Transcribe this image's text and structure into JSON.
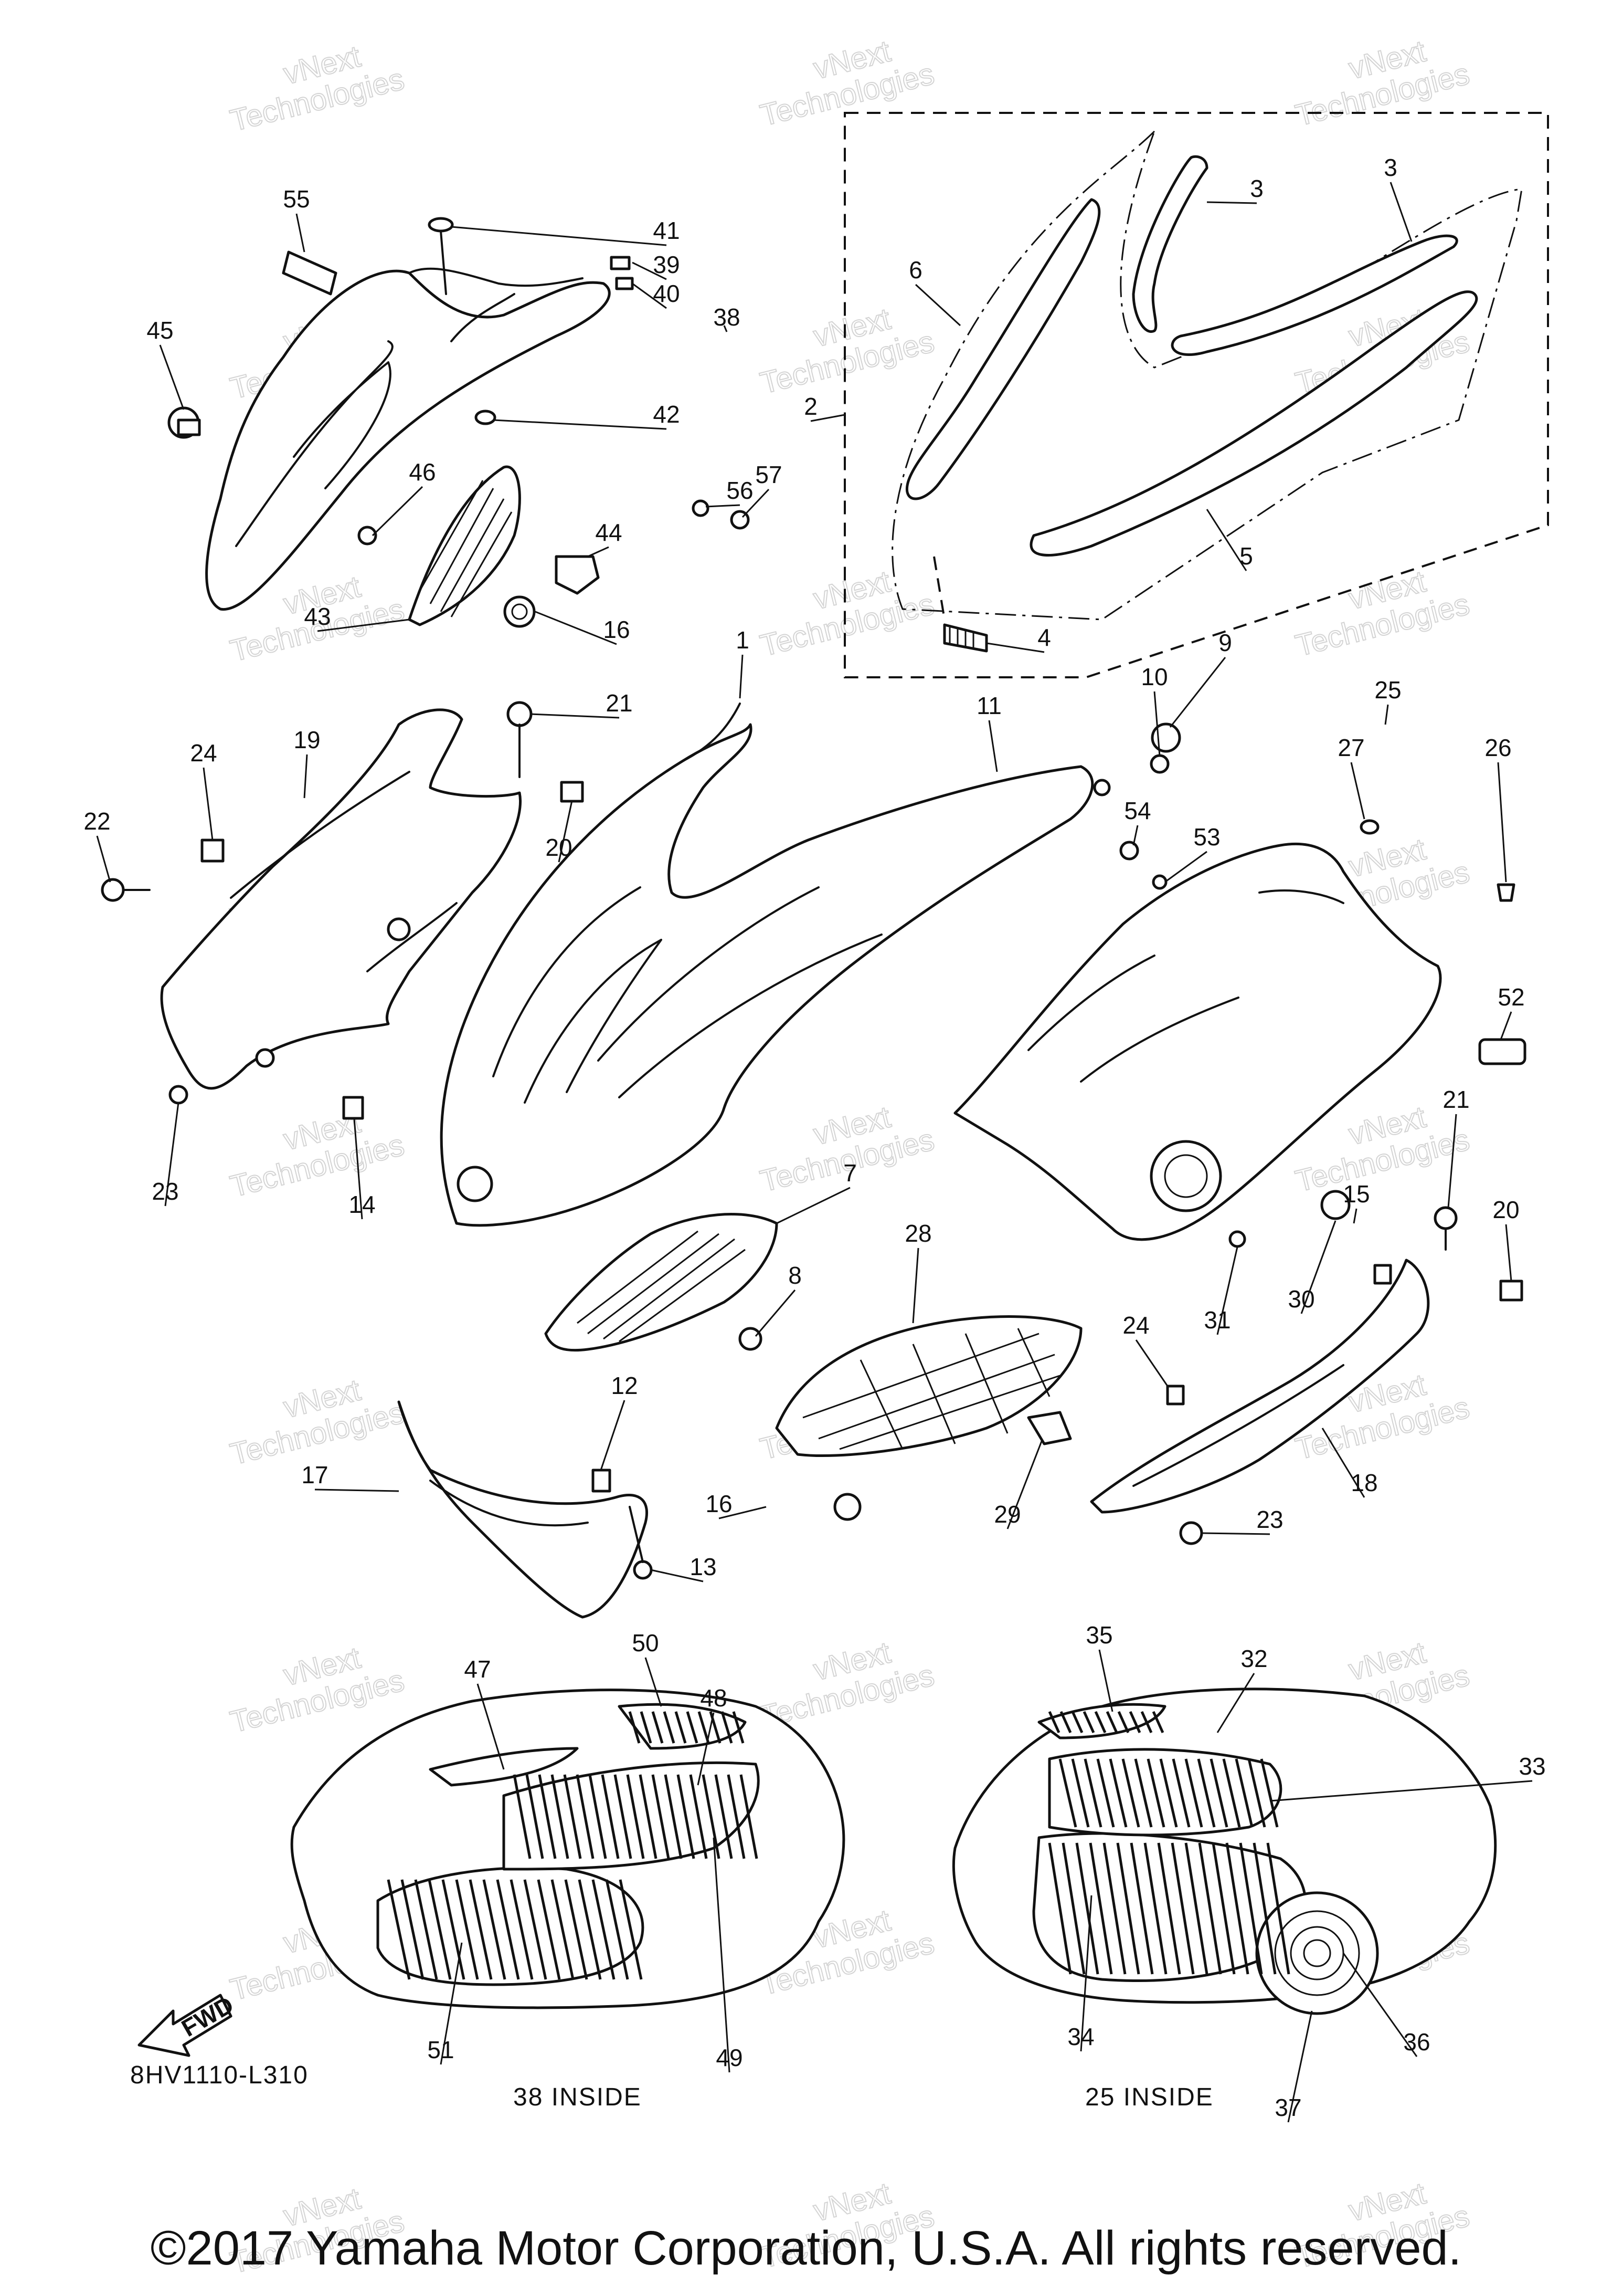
{
  "watermark": {
    "line1": "vNext",
    "line2": "Technologies"
  },
  "diagram_code": "8HV1110-L310",
  "fwd_label": "FWD",
  "captions": {
    "left_inset": "38 INSIDE",
    "right_inset": "25 INSIDE"
  },
  "copyright": "©2017 Yamaha Motor Corporation, U.S.A. All rights reserved.",
  "callouts": [
    "55",
    "41",
    "39",
    "40",
    "38",
    "42",
    "45",
    "46",
    "56",
    "57",
    "44",
    "43",
    "16",
    "3",
    "3",
    "6",
    "2",
    "5",
    "4",
    "1",
    "9",
    "10",
    "11",
    "25",
    "27",
    "26",
    "21",
    "19",
    "24",
    "22",
    "20",
    "54",
    "53",
    "52",
    "21",
    "15",
    "20",
    "23",
    "14",
    "7",
    "8",
    "28",
    "31",
    "30",
    "24",
    "18",
    "23",
    "12",
    "17",
    "13",
    "16",
    "29",
    "47",
    "50",
    "48",
    "49",
    "51",
    "35",
    "32",
    "33",
    "34",
    "36",
    "37"
  ],
  "colors": {
    "ink": "#111111",
    "watermark": "#d4d4d4",
    "background": "#ffffff"
  }
}
